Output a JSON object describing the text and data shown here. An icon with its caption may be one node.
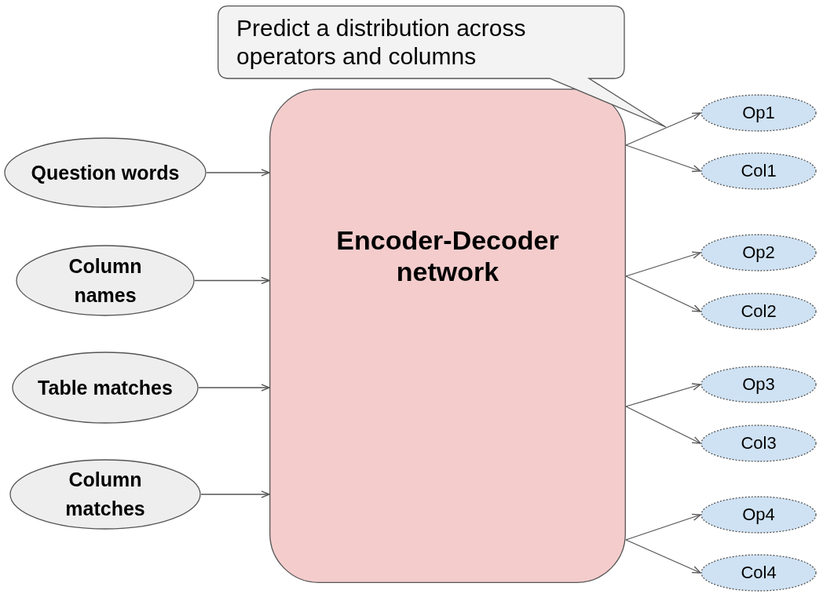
{
  "diagram": {
    "nodes": [
      {
        "text": [
          "Predict a distribution across operators and columns"
        ]
      },
      {
        "text": [
          "Question words"
        ]
      },
      {
        "text": [
          "Column names"
        ]
      },
      {
        "text": [
          "Table matches"
        ]
      },
      {
        "text": [
          "Column matches"
        ]
      },
      {
        "text": [
          "Encoder-Decoder network"
        ]
      },
      {
        "text": [
          "Op1"
        ]
      },
      {
        "text": [
          "Col1"
        ]
      },
      {
        "text": [
          "Op2"
        ]
      },
      {
        "text": [
          "Col2"
        ]
      },
      {
        "text": [
          "Op3"
        ]
      },
      {
        "text": [
          "Col3"
        ]
      },
      {
        "text": [
          "Op4"
        ]
      },
      {
        "text": [
          "Col4"
        ]
      }
    ],
    "edges": [
      {
        "from": 1,
        "to": 5,
        "arrow": "to"
      },
      {
        "from": 2,
        "to": 5,
        "arrow": "to"
      },
      {
        "from": 3,
        "to": 5,
        "arrow": "to"
      },
      {
        "from": 4,
        "to": 5,
        "arrow": "to"
      },
      {
        "from": 5,
        "to": 6,
        "arrow": "to"
      },
      {
        "from": 5,
        "to": 7,
        "arrow": "to"
      },
      {
        "from": 5,
        "to": 8,
        "arrow": "to"
      },
      {
        "from": 5,
        "to": 9,
        "arrow": "to"
      },
      {
        "from": 5,
        "to": 10,
        "arrow": "to"
      },
      {
        "from": 5,
        "to": 11,
        "arrow": "to"
      },
      {
        "from": 5,
        "to": 12,
        "arrow": "to"
      },
      {
        "from": 5,
        "to": 13,
        "arrow": "to"
      }
    ]
  }
}
